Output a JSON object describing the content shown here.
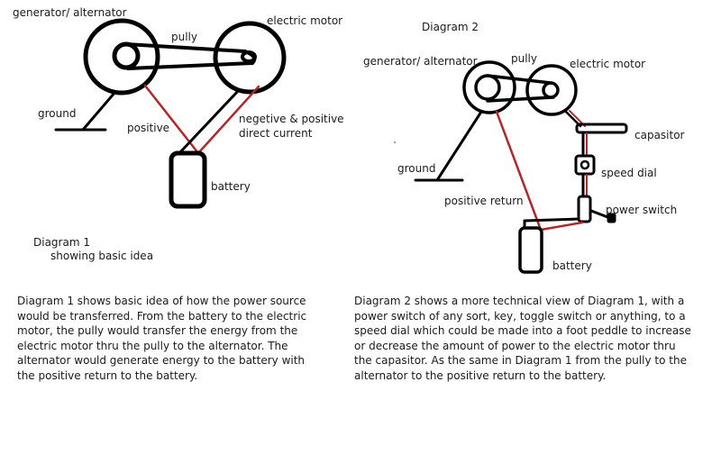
{
  "colors": {
    "wire_black": "#000000",
    "wire_red": "#b0282c",
    "background": "#ffffff"
  },
  "diagram1": {
    "labels": {
      "generator": "generator/ alternator",
      "pulley": "pully",
      "motor": "electric motor",
      "ground": "ground",
      "positive": "positive",
      "dc_line1": "negetive & positive",
      "dc_line2": "direct current",
      "battery": "battery"
    },
    "caption_title": "Diagram 1",
    "caption_subtitle": "showing basic idea",
    "description": "Diagram 1 shows basic idea of how the power source would be transferred. From the battery to the electric motor, the pully would transfer the energy from the electric motor thru the pully to the alternator. The alternator would generate energy to the battery with the positive return to the battery."
  },
  "diagram2": {
    "title": "Diagram 2",
    "labels": {
      "generator": "generator/ alternator",
      "pulley": "pully",
      "motor": "electric motor",
      "capacitor": "capasitor",
      "speed_dial": "speed dial",
      "ground": "ground",
      "positive_return": "positive return",
      "power_switch": "power switch",
      "battery": "battery"
    },
    "description": "Diagram 2 shows a more technical view of Diagram 1, with a power switch of any sort, key, toggle switch or anything, to a speed dial which could be made into a foot peddle to increase or decrease the amount of power to the electric motor thru the capasitor. As the same in Diagram 1 from the pully to the alternator to the positive return to the battery."
  }
}
